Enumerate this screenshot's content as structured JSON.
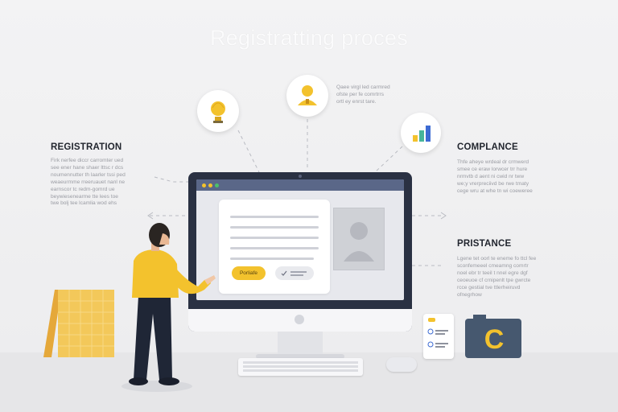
{
  "title": "Registratting proces",
  "left_section": {
    "heading": "REGISTRATION",
    "text": "Firk nerfee diccr carromter ued\nsee ener hane shaer lttsc r dcs\nnoumennutter th laarler tssi ped\nweaeurmme rreeruauet nanl ne\nearnscor tc redm-gomrd ue\nbeywiesenearme tte lees toe\ntwe bolj tee lcamlia wod ehs"
  },
  "top_right_note": {
    "text": "Qaee virgl led carmred\nofste per fe comrtrrs\nortl ey enrst tare."
  },
  "compliance": {
    "heading": "COMPLANCE",
    "text": "Thfe aheye wrdeal dr crmwerd\nsmee ce eraw lorwcer trr hure\nnrmvtb d aent ni cwid nr tww\nwe;y vrerpreciivd be rwe tmaty\ncege wru at whe tn wi coeweree"
  },
  "assistance": {
    "heading": "PRISTANCE",
    "text": "Lgene tet oorl te eneme fo ttcl fee\nsconfemeeel cmeamng comrtr\nnoel ebr tr teeil t nnel egre dgf\nceoeuoe cf crnipenlt tpe gwrcte\nrcce gestial tve ttlerheiruvd\nofnegrhow"
  },
  "form": {
    "primary_button": "Porliafe",
    "secondary_icon": "check-icon"
  },
  "icons": {
    "top_left": "lightbulb-icon",
    "top_center": "user-icon",
    "top_right": "bar-chart-icon",
    "bottom_card": "checklist-icon",
    "camera_glyph": "C"
  },
  "colors": {
    "accent": "#f3c22d",
    "dark": "#2a3143",
    "camera": "#46586f"
  }
}
